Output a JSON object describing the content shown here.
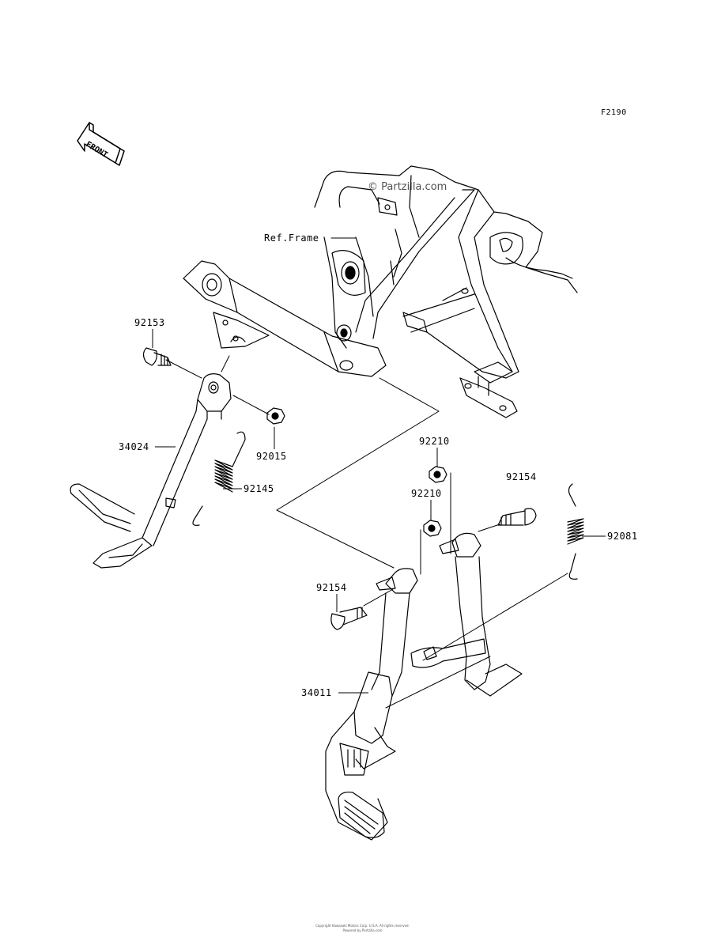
{
  "figure_id": "F2190",
  "front_badge": "FRONT",
  "watermark": "© Partzilla.com",
  "ref_label": "Ref.Frame",
  "parts": {
    "p92153": "92153",
    "p34024": "34024",
    "p92015": "92015",
    "p92145": "92145",
    "p92210_top": "92210",
    "p92210_mid": "92210",
    "p92154_right": "92154",
    "p92154_left": "92154",
    "p92081": "92081",
    "p34011": "34011"
  },
  "footer": {
    "line1": "Copyright Kawasaki Motors Corp. U.S.A. All rights reserved.",
    "line2": "Powered by Partzilla.com"
  }
}
